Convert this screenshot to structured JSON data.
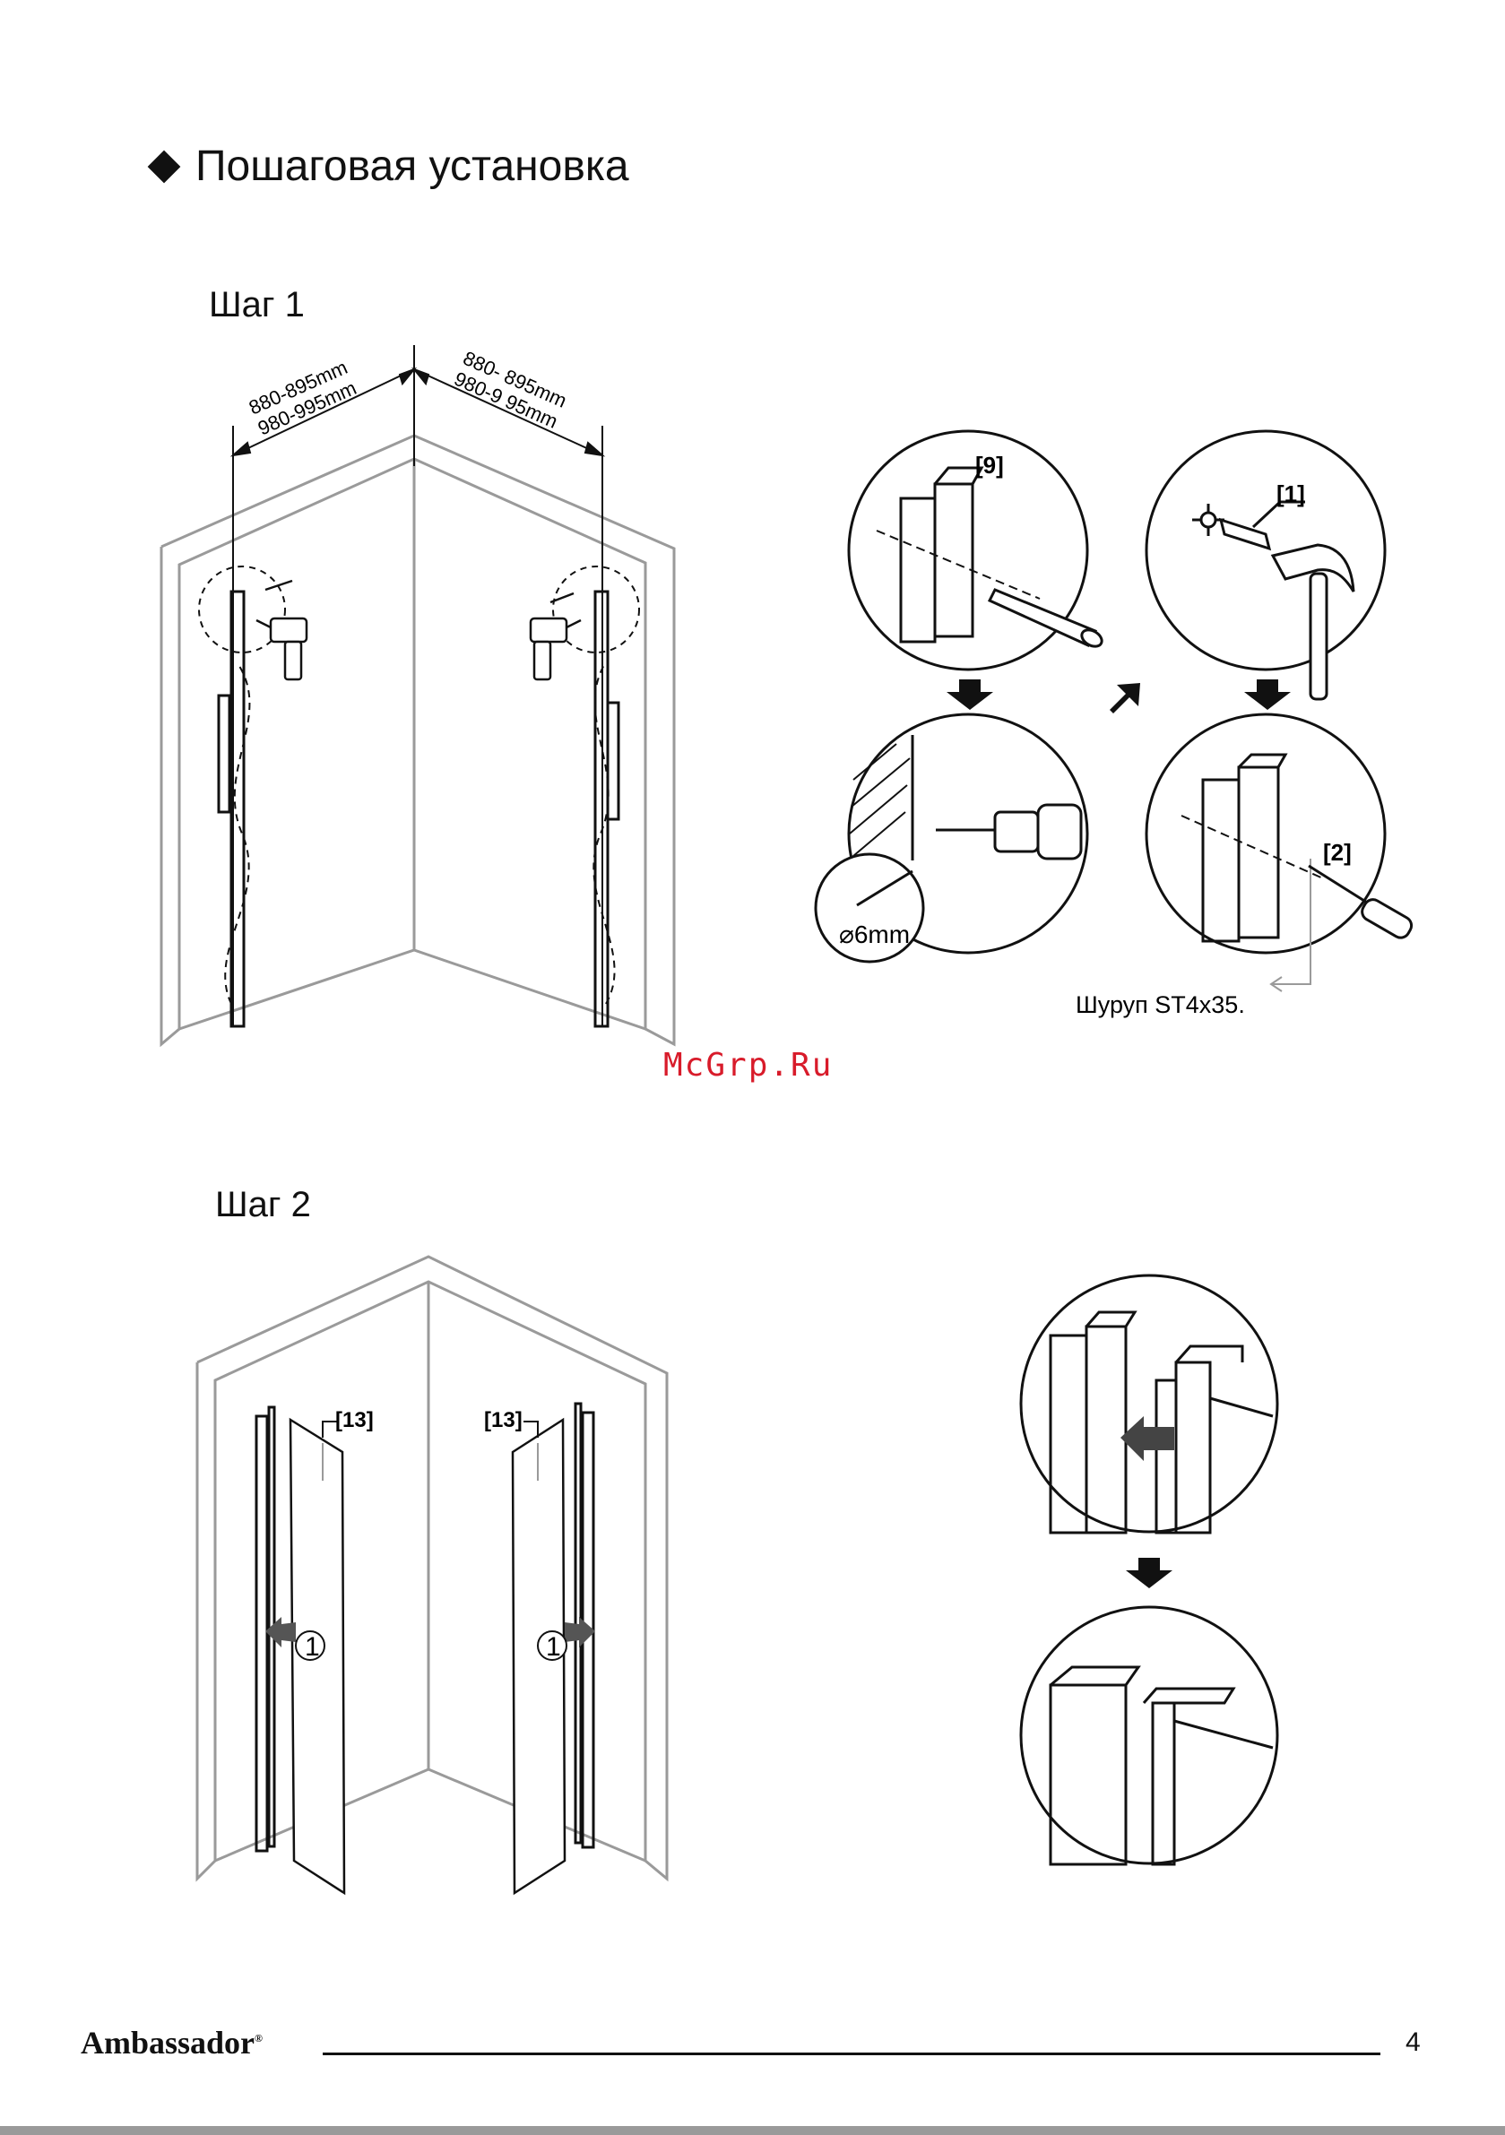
{
  "heading": "Пошаговая установка",
  "step1": {
    "label": "Шаг 1",
    "dim_left_1": "880-895mm",
    "dim_left_2": "980-995mm",
    "dim_right_1": "880- 895mm",
    "dim_right_2": "980-9 95mm",
    "part_9": "[9]",
    "part_1": "[1]",
    "part_2": "[2]",
    "drill_size": "6mm",
    "screw_label": "Шуруп ST4x35."
  },
  "watermark": "McGrp.Ru",
  "step2": {
    "label": "Шаг 2",
    "part_13_left": "[13]",
    "part_13_right": "[13]",
    "marker_left": "1",
    "marker_right": "1"
  },
  "footer": {
    "brand": "Ambassador",
    "registered": "®",
    "page_number": "4"
  },
  "colors": {
    "wall_outline": "#9a9a9a",
    "ink": "#111111",
    "watermark": "#d81b2a"
  },
  "icons": [
    "diamond-bullet-icon",
    "drill-icon",
    "pencil-icon",
    "hammer-icon",
    "screwdriver-icon",
    "arrow-down-icon",
    "arrow-diagonal-icon",
    "arrow-insert-icon"
  ]
}
